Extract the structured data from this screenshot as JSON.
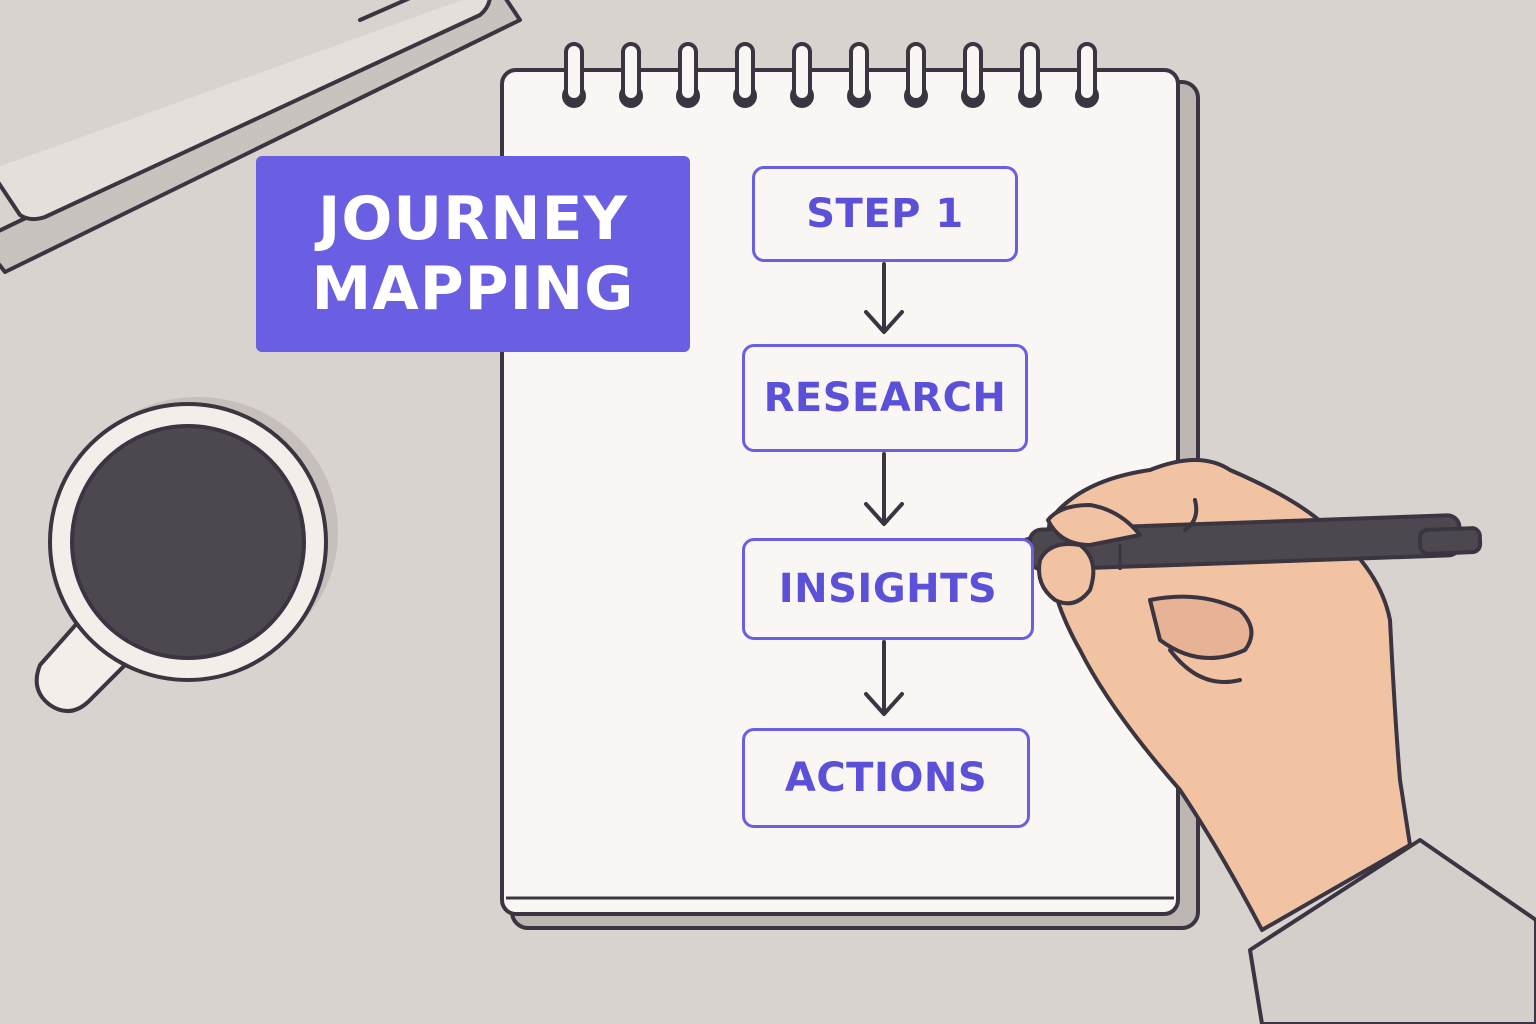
{
  "title": {
    "line1": "JOURNEY",
    "line2": "MAPPING"
  },
  "flow": {
    "steps": [
      {
        "label": "STEP 1"
      },
      {
        "label": "RESEARCH"
      },
      {
        "label": "INSIGHTS"
      },
      {
        "label": "ACTIONS"
      }
    ]
  },
  "colors": {
    "background": "#d8d3cf",
    "accent": "#6a5fe3",
    "accent_text": "#5b50d8",
    "paper": "#faf6f3",
    "outline": "#3a3540",
    "coffee": "#4d4750",
    "skin": "#f2c3a3",
    "pen": "#4d4750"
  },
  "icons": [
    "tablet-icon",
    "coffee-cup-icon",
    "spiral-notepad-icon",
    "hand-with-pen-icon",
    "arrow-down-icon"
  ]
}
